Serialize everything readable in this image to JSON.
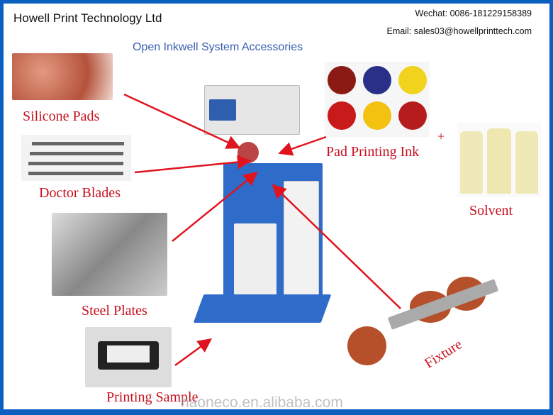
{
  "header": {
    "company": "Howell Print Technology Ltd",
    "wechat": "Wechat: 0086-181229158389",
    "email": "Email: sales03@howellprinttech.com",
    "subtitle": "Open Inkwell System Accessories"
  },
  "labels": {
    "silicone_pads": "Silicone Pads",
    "doctor_blades": "Doctor Blades",
    "steel_plates": "Steel Plates",
    "printing_sample": "Printing Sample",
    "pad_printing_ink": "Pad Printing Ink",
    "plus": "+",
    "solvent": "Solvent",
    "fixture": "Fixture"
  },
  "watermark": "haoneco.en.alibaba.com",
  "colors": {
    "border": "#0a5fbf",
    "label": "#c8101e",
    "arrow": "#e0141e",
    "subtitle": "#3a5fb0"
  }
}
